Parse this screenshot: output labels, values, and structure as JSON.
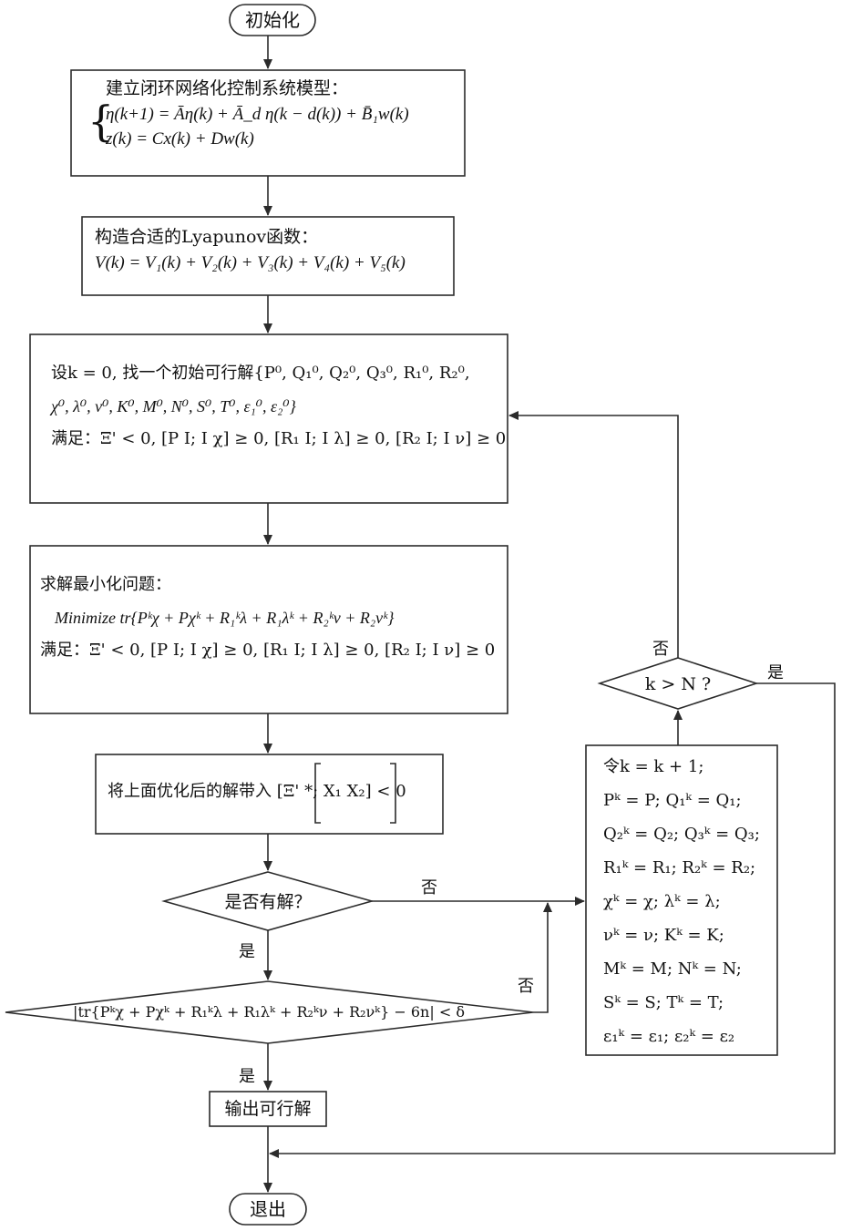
{
  "colors": {
    "stroke": "#2b2b2b",
    "background": "#ffffff",
    "text": "#111111"
  },
  "nodes": {
    "start": {
      "text": "初始化"
    },
    "model": {
      "title": "建立闭环网络化控制系统模型：",
      "eq1": "η(k+1) = Āη(k) + Ā_d η(k − d(k)) + B̄₁w(k)",
      "eq2": "z(k) = Cx(k) + Dw(k)"
    },
    "lyapunov": {
      "title": "构造合适的Lyapunov函数：",
      "eq": "V(k) = V₁(k) + V₂(k) + V₃(k) + V₄(k) + V₅(k)"
    },
    "init": {
      "line1": "设k = 0, 找一个初始可行解{P⁰, Q₁⁰, Q₂⁰, Q₃⁰, R₁⁰, R₂⁰,",
      "line2": "χ⁰, λ⁰, ν⁰, K⁰, M⁰, N⁰, S⁰, T⁰, ε₁⁰, ε₂⁰}",
      "line3": "满足：Ξ' < 0, [P I; I χ] ≥ 0, [R₁ I; I λ] ≥ 0, [R₂ I; I ν] ≥ 0"
    },
    "minimize": {
      "title": "求解最小化问题：",
      "objective": "Minimize  tr{Pᵏχ + Pχᵏ + R₁ᵏλ + R₁λᵏ + R₂ᵏν + R₂νᵏ}",
      "constraint": "满足：Ξ' < 0, [P I; I χ] ≥ 0, [R₁ I; I λ] ≥ 0, [R₂ I; I ν] ≥ 0"
    },
    "substitute": {
      "text": "将上面优化后的解带入 [Ξ' *; X₁ X₂] < 0"
    },
    "has_solution": {
      "text": "是否有解？"
    },
    "trace_check": {
      "text": "|tr{Pᵏχ + Pχᵏ + R₁ᵏλ + R₁λᵏ + R₂ᵏν + R₂νᵏ} − 6n| < δ"
    },
    "output": {
      "text": "输出可行解"
    },
    "exit": {
      "text": "退出"
    },
    "update": {
      "lines": [
        "令k = k + 1;",
        "Pᵏ = P; Q₁ᵏ = Q₁;",
        "Q₂ᵏ = Q₂; Q₃ᵏ = Q₃;",
        "R₁ᵏ = R₁; R₂ᵏ = R₂;",
        "χᵏ = χ; λᵏ = λ;",
        "νᵏ = ν; Kᵏ = K;",
        "Mᵏ = M; Nᵏ = N;",
        "Sᵏ = S; Tᵏ = T;",
        "ε₁ᵏ = ε₁; ε₂ᵏ = ε₂"
      ]
    },
    "k_check": {
      "text": "k > N ?"
    }
  },
  "edge_labels": {
    "has_solution_no": "否",
    "has_solution_yes": "是",
    "trace_no": "否",
    "trace_yes": "是",
    "k_no": "否",
    "k_yes": "是"
  }
}
